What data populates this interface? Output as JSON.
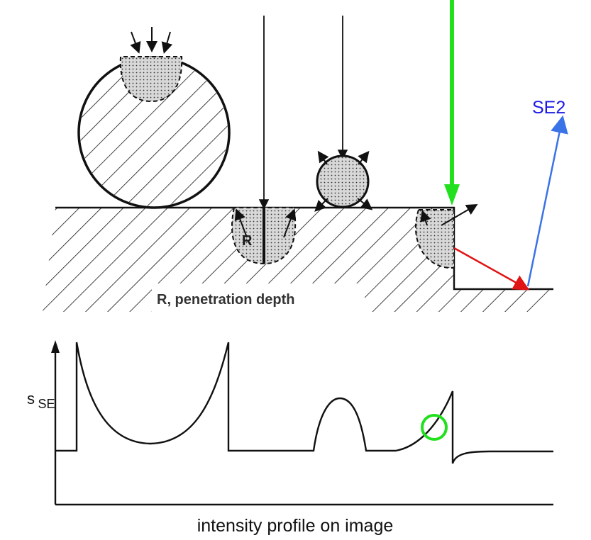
{
  "labels": {
    "se2": "SE2",
    "radius": "R",
    "penetration_depth": "R, penetration depth",
    "signal_axis": "s",
    "signal_axis_subscript": "SE",
    "profile_caption": "intensity profile on image"
  },
  "colors": {
    "incident_beam_edge": "#22e01e",
    "backscatter_arrow": "#e01414",
    "se2_arrow": "#3a72e8",
    "se2_text": "#1a1ae6",
    "highlight_circle": "#22e01e",
    "hatching": "#111111",
    "interaction_volume_fill": "#cfcfcf"
  }
}
